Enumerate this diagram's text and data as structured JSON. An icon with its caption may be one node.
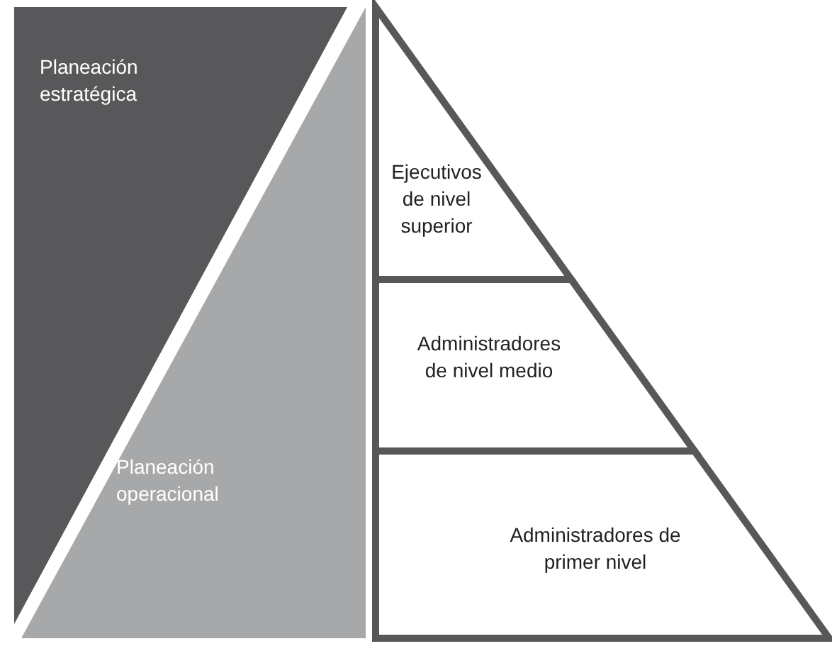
{
  "diagram": {
    "nodes": [
      {
        "text": [
          "Planeación estratégica"
        ]
      },
      {
        "text": [
          "Planeación operacional"
        ]
      },
      {
        "text": [
          "Ejecutivos de nivel superior"
        ]
      },
      {
        "text": [
          "Administradores de nivel medio"
        ]
      },
      {
        "text": [
          "Administradores de primer nivel"
        ]
      }
    ]
  }
}
